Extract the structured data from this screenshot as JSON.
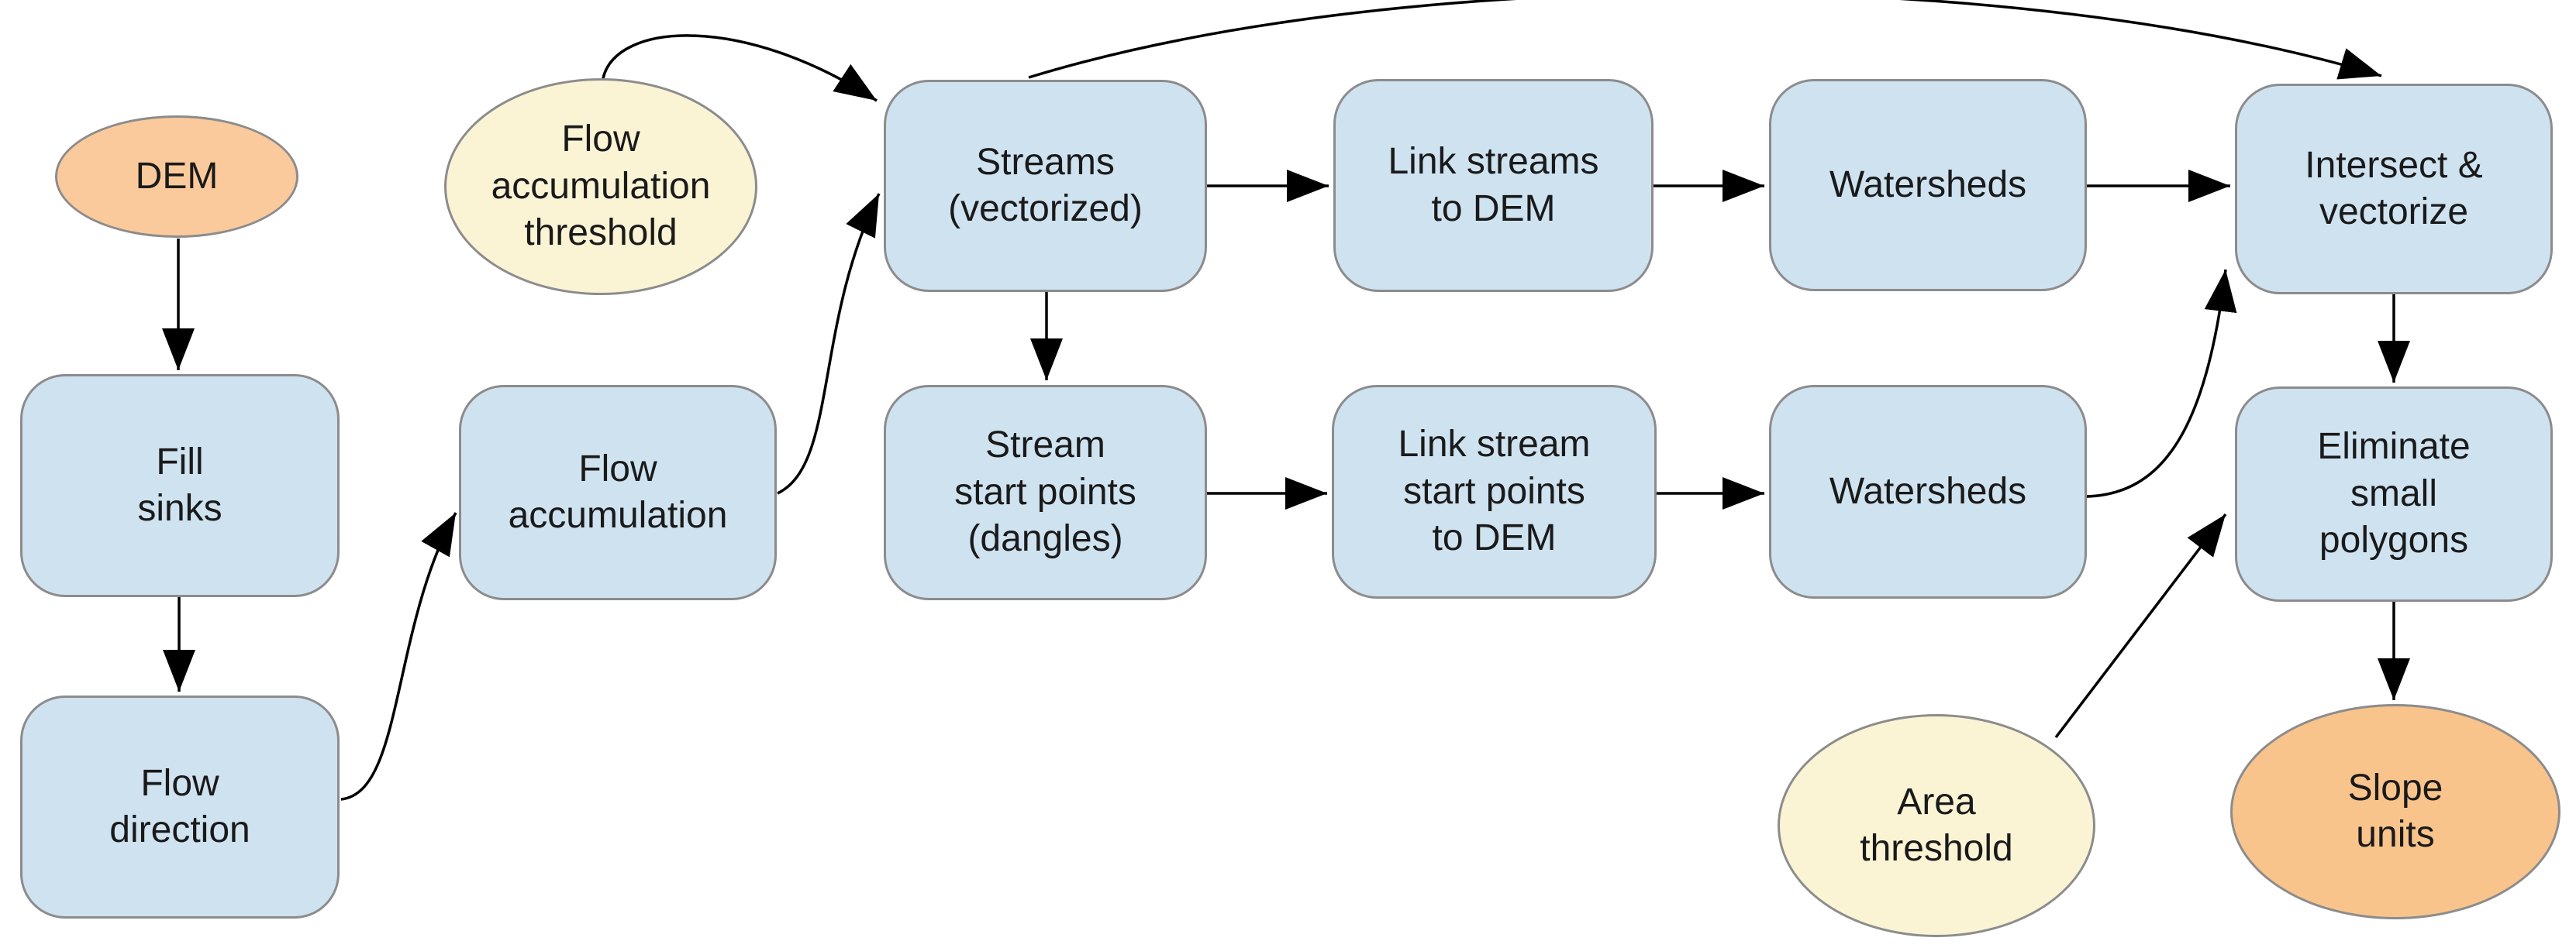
{
  "palette": {
    "background": "#ffffff",
    "process_fill": "#cfe2f0",
    "process_stroke": "#8c8c8c",
    "parameter_fill": "#faf3d4",
    "input_fill": "#fbca9c",
    "output_fill": "#f8c48c",
    "arrow_color": "#000000",
    "text_color": "#1a1a1a"
  },
  "nodes": {
    "dem": {
      "label": "DEM",
      "type": "input"
    },
    "fill_sinks": {
      "label": "Fill\nsinks",
      "type": "process"
    },
    "flow_direction": {
      "label": "Flow\ndirection",
      "type": "process"
    },
    "flow_accumulation": {
      "label": "Flow\naccumulation",
      "type": "process"
    },
    "fa_threshold": {
      "label": "Flow\naccumulation\nthreshold",
      "type": "parameter"
    },
    "streams": {
      "label": "Streams\n(vectorized)",
      "type": "process"
    },
    "stream_start_points": {
      "label": "Stream\nstart points\n(dangles)",
      "type": "process"
    },
    "link_streams": {
      "label": "Link streams\nto DEM",
      "type": "process"
    },
    "link_stream_start_points": {
      "label": "Link stream\nstart points\nto DEM",
      "type": "process"
    },
    "watersheds_top": {
      "label": "Watersheds",
      "type": "process"
    },
    "watersheds_bottom": {
      "label": "Watersheds",
      "type": "process"
    },
    "intersect": {
      "label": "Intersect &\nvectorize",
      "type": "process"
    },
    "eliminate": {
      "label": "Eliminate\nsmall\npolygons",
      "type": "process"
    },
    "area_threshold": {
      "label": "Area\nthreshold",
      "type": "parameter"
    },
    "slope_units": {
      "label": "Slope\nunits",
      "type": "output"
    }
  },
  "edges": [
    {
      "from": "dem",
      "to": "fill_sinks"
    },
    {
      "from": "fill_sinks",
      "to": "flow_direction"
    },
    {
      "from": "flow_direction",
      "to": "flow_accumulation"
    },
    {
      "from": "flow_accumulation",
      "to": "streams"
    },
    {
      "from": "fa_threshold",
      "to": "streams"
    },
    {
      "from": "streams",
      "to": "link_streams"
    },
    {
      "from": "link_streams",
      "to": "watersheds_top"
    },
    {
      "from": "watersheds_top",
      "to": "intersect"
    },
    {
      "from": "streams",
      "to": "stream_start_points"
    },
    {
      "from": "streams",
      "to": "intersect"
    },
    {
      "from": "stream_start_points",
      "to": "link_stream_start_points"
    },
    {
      "from": "link_stream_start_points",
      "to": "watersheds_bottom"
    },
    {
      "from": "watersheds_bottom",
      "to": "intersect"
    },
    {
      "from": "intersect",
      "to": "eliminate"
    },
    {
      "from": "area_threshold",
      "to": "eliminate"
    },
    {
      "from": "eliminate",
      "to": "slope_units"
    }
  ]
}
